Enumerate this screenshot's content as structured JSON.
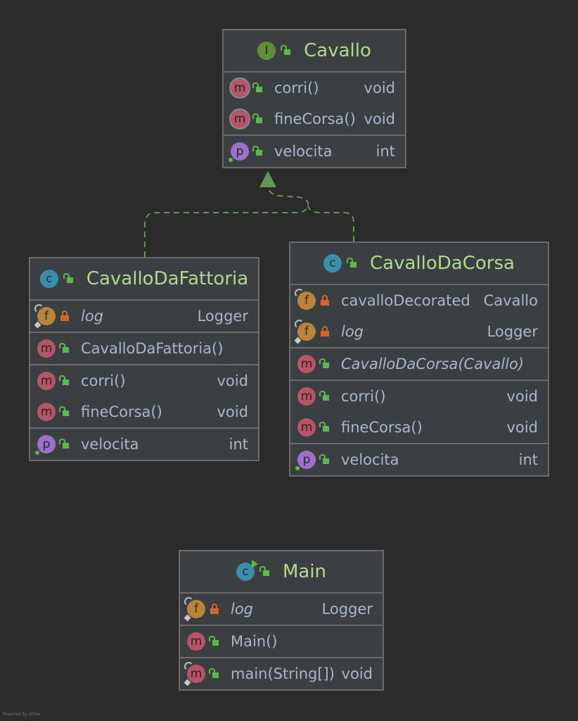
{
  "edge_color": "#629755",
  "nodes": {
    "cavallo": {
      "stereotype_icon": "interface-icon",
      "icon_letter": "I",
      "name": "Cavallo",
      "sections": [
        [
          {
            "icon": "method-abstract-icon",
            "letter": "m",
            "name": "corri()",
            "type": "void"
          },
          {
            "icon": "method-abstract-icon",
            "letter": "m",
            "name": "fineCorsa()",
            "type": "void"
          }
        ],
        [
          {
            "icon": "property-icon",
            "letter": "p",
            "name": "velocita",
            "type": "int"
          }
        ]
      ]
    },
    "fattoria": {
      "stereotype_icon": "class-icon",
      "icon_letter": "c",
      "name": "CavalloDaFattoria",
      "sections": [
        [
          {
            "icon": "static-final-field-icon",
            "letter": "f",
            "name": "log",
            "type": "Logger"
          }
        ],
        [
          {
            "icon": "method-icon",
            "letter": "m",
            "name": "CavalloDaFattoria()",
            "type": ""
          }
        ],
        [
          {
            "icon": "method-icon",
            "letter": "m",
            "name": "corri()",
            "type": "void"
          },
          {
            "icon": "method-icon",
            "letter": "m",
            "name": "fineCorsa()",
            "type": "void"
          }
        ],
        [
          {
            "icon": "property-icon",
            "letter": "p",
            "name": "velocita",
            "type": "int"
          }
        ]
      ]
    },
    "corsa": {
      "stereotype_icon": "class-icon",
      "icon_letter": "c",
      "name": "CavalloDaCorsa",
      "sections": [
        [
          {
            "icon": "final-field-icon",
            "letter": "f",
            "name": "cavalloDecorated",
            "type": "Cavallo"
          },
          {
            "icon": "static-final-field-icon",
            "letter": "f",
            "name": "log",
            "type": "Logger"
          }
        ],
        [
          {
            "icon": "method-icon",
            "letter": "m",
            "name": "CavalloDaCorsa(Cavallo)",
            "type": ""
          }
        ],
        [
          {
            "icon": "method-icon",
            "letter": "m",
            "name": "corri()",
            "type": "void"
          },
          {
            "icon": "method-icon",
            "letter": "m",
            "name": "fineCorsa()",
            "type": "void"
          }
        ],
        [
          {
            "icon": "property-icon",
            "letter": "p",
            "name": "velocita",
            "type": "int"
          }
        ]
      ]
    },
    "main": {
      "stereotype_icon": "runnable-class-icon",
      "icon_letter": "c",
      "name": "Main",
      "sections": [
        [
          {
            "icon": "static-final-field-icon",
            "letter": "f",
            "name": "log",
            "type": "Logger"
          }
        ],
        [
          {
            "icon": "method-icon",
            "letter": "m",
            "name": "Main()",
            "type": ""
          }
        ],
        [
          {
            "icon": "static-method-icon",
            "letter": "m",
            "name": "main(String[])",
            "type": "void"
          }
        ]
      ]
    }
  },
  "footer": "Powered by yFiles"
}
